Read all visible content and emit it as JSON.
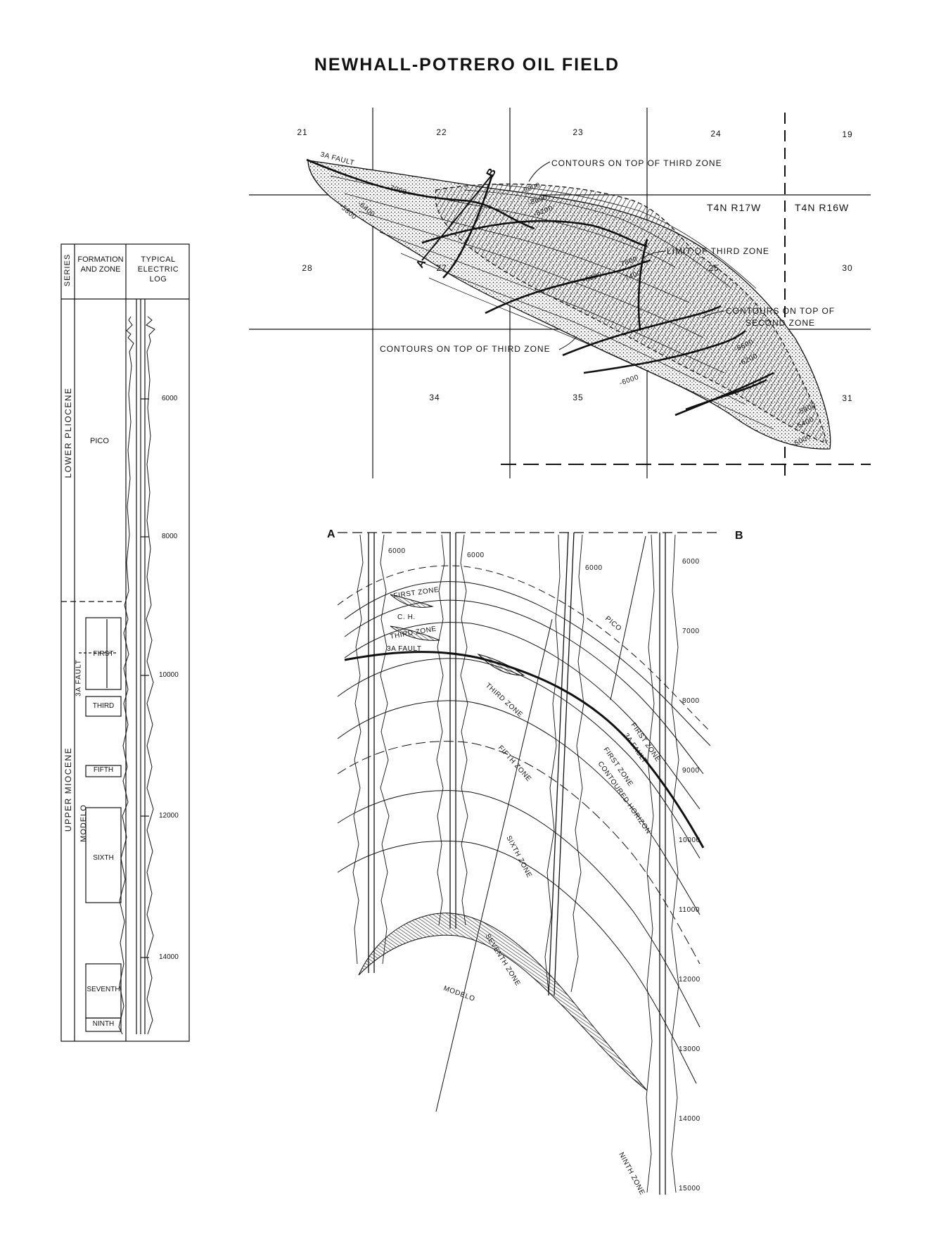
{
  "title": "NEWHALL-POTRERO OIL FIELD",
  "map": {
    "sections": [
      "21",
      "22",
      "23",
      "24",
      "19",
      "28",
      "27",
      "25",
      "30",
      "34",
      "35",
      "31"
    ],
    "township_left": "T4N R17W",
    "township_right": "T4N R16W",
    "labels": {
      "contours_third_top": "CONTOURS ON TOP OF THIRD ZONE",
      "limit_third": "LIMIT OF THIRD ZONE",
      "contours_second_1": "CONTOURS ON TOP OF",
      "contours_second_2": "SECOND ZONE",
      "contours_third_bottom": "CONTOURS ON TOP OF THIRD ZONE",
      "fault_3a": "3A FAULT",
      "point_a": "A",
      "point_b": "B"
    },
    "contours": [
      "-7000",
      "-6400",
      "-5800",
      "-9000",
      "-8600",
      "-8200",
      "-7800",
      "-7400",
      "-6800",
      "-6000",
      "-5800",
      "-5400",
      "-5000",
      "-6600",
      "-6200"
    ]
  },
  "column": {
    "headers": {
      "series": "SERIES",
      "formation": "FORMATION AND ZONE",
      "log": "TYPICAL ELECTRIC LOG"
    },
    "series": [
      "LOWER PLIOCENE",
      "UPPER MIOCENE"
    ],
    "formations": [
      "PICO",
      "MODELO"
    ],
    "zones": [
      "FIRST",
      "THIRD",
      "FIFTH",
      "SIXTH",
      "SEVENTH",
      "NINTH"
    ],
    "fault_label": "3A FAULT",
    "depths": [
      "6000",
      "8000",
      "10000",
      "12000",
      "14000"
    ]
  },
  "section": {
    "point_a": "A",
    "point_b": "B",
    "well_depths_1": [
      "6000"
    ],
    "well_depths_2": [
      "6000"
    ],
    "well_depths_3": [
      "6000"
    ],
    "well_depths_4": [
      "6000",
      "7000",
      "8000",
      "9000",
      "10000",
      "11000",
      "12000",
      "13000",
      "14000",
      "15000"
    ],
    "labels": {
      "first_zone": "FIRST ZONE",
      "ch": "C. H.",
      "third_zone_a": "THIRD ZONE",
      "fault_3a": "3A FAULT",
      "third_zone_b": "THIRD ZONE",
      "fifth_zone": "FIFTH ZONE",
      "sixth_zone": "SIXTH ZONE",
      "seventh_zone": "SEVENTH ZONE",
      "ninth_zone": "NINTH ZONE",
      "pico": "PICO",
      "modelo": "MODELO",
      "first_zone_r": "FIRST ZONE",
      "fault_3a_r": "3A FAULT",
      "first_zone_r2": "FIRST ZONE",
      "contoured_horizon": "CONTOURED HORIZON"
    }
  }
}
